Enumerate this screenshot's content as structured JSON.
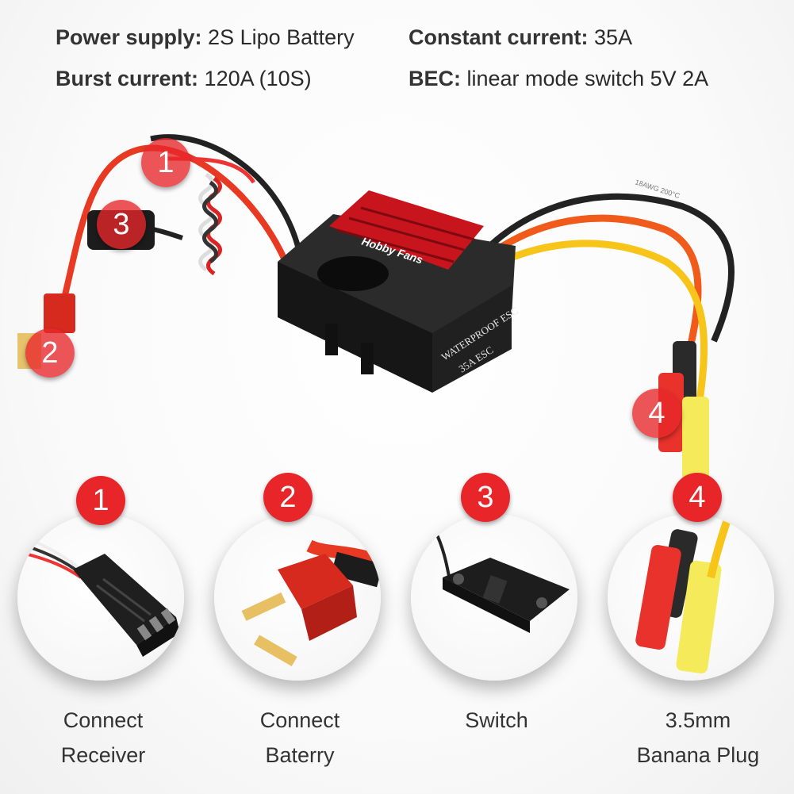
{
  "specs": {
    "power_supply": {
      "label": "Power supply:",
      "value": "2S Lipo Battery"
    },
    "constant_current": {
      "label": "Constant current:",
      "value": "35A"
    },
    "burst_current": {
      "label": "Burst current:",
      "value": "120A (10S)"
    },
    "bec": {
      "label": "BEC:",
      "value": "linear mode switch 5V 2A"
    }
  },
  "product": {
    "brand_text": "Hobby Fans",
    "case_line1": "WATERPROOF ESC",
    "case_line2": "35A ESC",
    "wire_gauge": "18AWG  200°C"
  },
  "markers": [
    "1",
    "2",
    "3",
    "4"
  ],
  "parts": [
    {
      "num": "1",
      "line1": "Connect",
      "line2": "Receiver",
      "icon": "servo-connector-icon"
    },
    {
      "num": "2",
      "line1": "Connect",
      "line2": "Baterry",
      "icon": "t-plug-icon"
    },
    {
      "num": "3",
      "line1": "Switch",
      "line2": "",
      "icon": "switch-icon"
    },
    {
      "num": "4",
      "line1": "3.5mm",
      "line2": "Banana Plug",
      "icon": "banana-plug-icon"
    }
  ],
  "colors": {
    "badge": "#e8262a",
    "esc_red": "#c8141c",
    "wire_yellow": "#f7c419",
    "wire_orange": "#f05a1a"
  }
}
